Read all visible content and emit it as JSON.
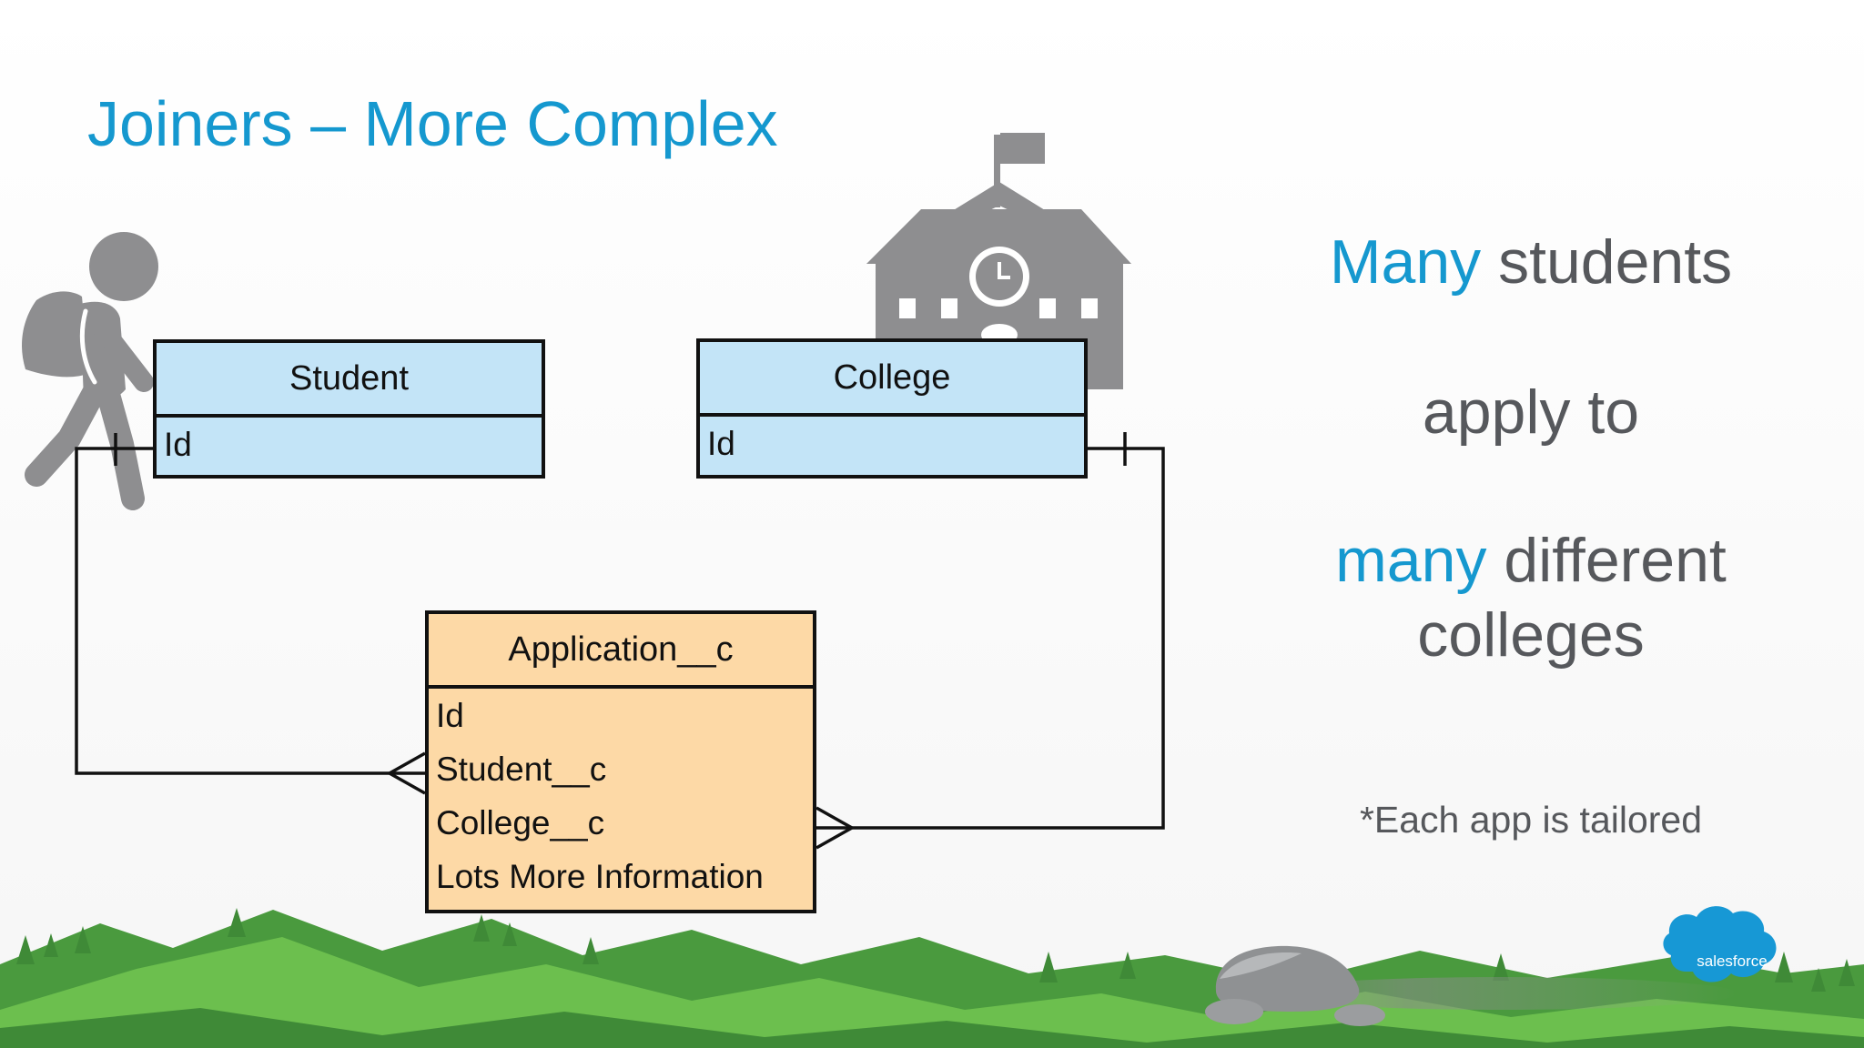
{
  "title": "Joiners – More Complex",
  "entities": {
    "student": {
      "name": "Student",
      "fields": [
        "Id"
      ]
    },
    "college": {
      "name": "College",
      "fields": [
        "Id"
      ]
    },
    "application": {
      "name": "Application__c",
      "fields": [
        "Id",
        "Student__c",
        "College__c",
        "Lots More Information"
      ]
    }
  },
  "side_text": {
    "line1_accent": "Many",
    "line1_rest": "students",
    "line2": "apply to",
    "line3_accent": "many",
    "line3_rest": "different",
    "line4": "colleges",
    "note": "*Each app is tailored"
  },
  "logo_text": "salesforce",
  "colors": {
    "accent": "#1598cf",
    "entity_blue": "#c3e4f7",
    "entity_orange": "#fdd9a6",
    "icon_gray": "#8e8e90"
  }
}
